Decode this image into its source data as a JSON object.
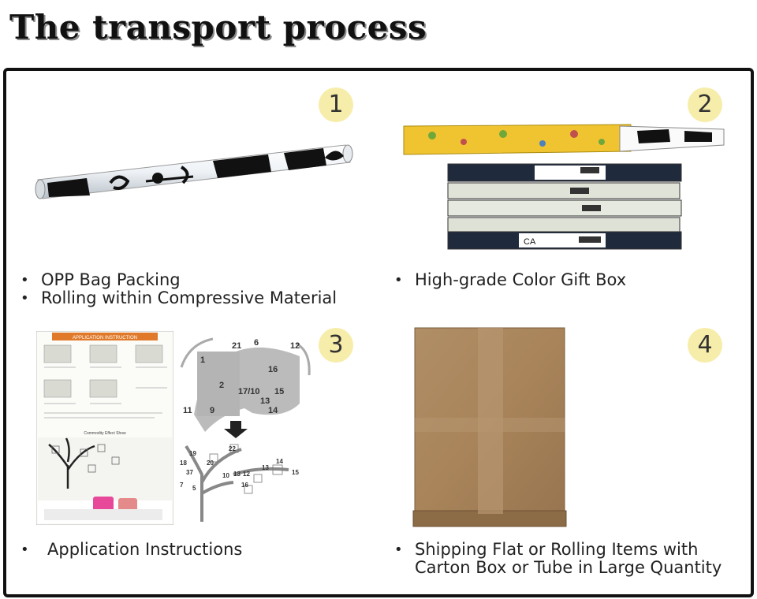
{
  "title": "The transport process",
  "steps": [
    {
      "number": "1",
      "captions": [
        "OPP Bag Packing",
        "Rolling within Compressive Material"
      ]
    },
    {
      "number": "2",
      "captions": [
        "High-grade Color Gift Box"
      ]
    },
    {
      "number": "3",
      "captions": [
        "Application Instructions"
      ]
    },
    {
      "number": "4",
      "captions": [
        "Shipping Flat or Rolling Items with",
        "Carton Box or Tube in Large Quantity"
      ]
    }
  ],
  "instruction_sheet": {
    "heading": "APPLICATION INSTRUCTION",
    "effect_label": "Commodity Effect Show"
  },
  "labels": {
    "box_label": "CA"
  },
  "tree_numbers": {
    "top": [
      "21",
      "6",
      "12",
      "1",
      "16",
      "2",
      "17/10",
      "15",
      "13",
      "14",
      "11",
      "9"
    ],
    "bottom": [
      "22",
      "19",
      "18",
      "20",
      "37",
      "10",
      "13",
      "12",
      "13",
      "14",
      "15",
      "16",
      "5",
      "7"
    ]
  }
}
